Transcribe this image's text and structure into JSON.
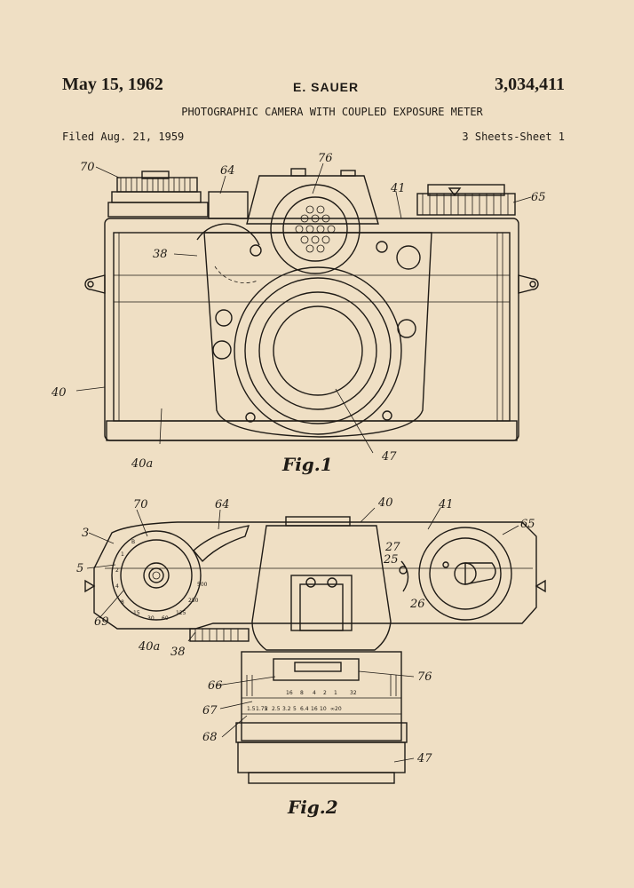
{
  "header": {
    "date": "May 15, 1962",
    "inventor": "E. SAUER",
    "patent_number": "3,034,411",
    "title": "PHOTOGRAPHIC CAMERA WITH COUPLED EXPOSURE METER",
    "filed": "Filed Aug. 21, 1959",
    "sheets": "3 Sheets-Sheet 1"
  },
  "figures": [
    {
      "label": "Fig.1"
    },
    {
      "label": "Fig.2"
    }
  ],
  "refs_fig1": [
    "70",
    "64",
    "76",
    "41",
    "65",
    "38",
    "40",
    "40a",
    "47"
  ],
  "refs_fig2": [
    "70",
    "64",
    "40",
    "41",
    "65",
    "3",
    "5",
    "27",
    "25",
    "26",
    "69",
    "40a",
    "38",
    "66",
    "76",
    "67",
    "68",
    "47"
  ],
  "dial_numbers": [
    "500",
    "250",
    "125",
    "60",
    "30",
    "15",
    "8",
    "4",
    "2",
    "1",
    "B"
  ],
  "lens_scale": [
    "16",
    "8",
    "4",
    "2",
    "1",
    "32"
  ],
  "lens_scale2": [
    "∞20",
    "10",
    "16",
    "6.4",
    "5",
    "3.2",
    "2.5",
    "2",
    "1.75",
    "1.5"
  ],
  "colors": {
    "paper": "#efdfc4",
    "ink": "#1f1b16"
  }
}
